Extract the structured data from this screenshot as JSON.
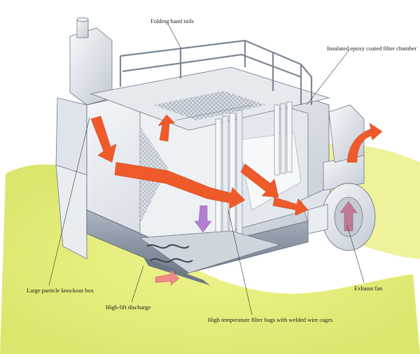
{
  "labels": {
    "folding_hand_rails": "Folding hand rails",
    "insulated_chamber": "Insulated epoxy coated filter chamber",
    "knockout_box": "Large particle knockout box",
    "high_lift_discharge": "High-lift discharge",
    "filter_bags": "High temperature filter bags with welded wire cages",
    "exhaust_fan": "Exhaust fan"
  },
  "colors": {
    "ground": "#e6ef78",
    "ground_shadow": "#c9d65a",
    "metal_light": "#eef1f4",
    "metal_mid": "#c7ced8",
    "metal_dark": "#7f8a99",
    "airflow_arrow": "#ef5a2a",
    "exhaust_arrow": "#c07a96"
  }
}
